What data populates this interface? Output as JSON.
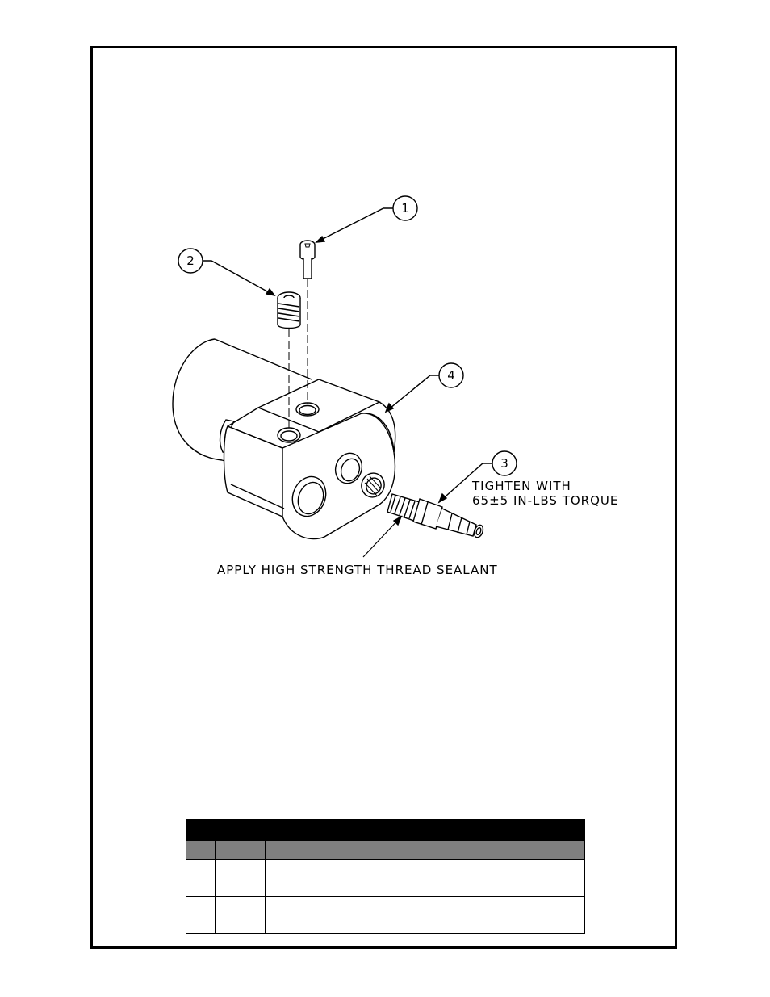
{
  "drawing": {
    "balloons": [
      {
        "id": "1"
      },
      {
        "id": "2"
      },
      {
        "id": "3"
      },
      {
        "id": "4"
      }
    ],
    "notes": {
      "torque_line1": "TIGHTEN WITH",
      "torque_line2": "65±5 IN-LBS TORQUE",
      "sealant": "APPLY HIGH STRENGTH THREAD SEALANT"
    }
  },
  "parts_table": {
    "title": "",
    "headers": [
      "",
      "",
      "",
      ""
    ],
    "rows": [
      [
        "",
        "",
        "",
        ""
      ],
      [
        "",
        "",
        "",
        ""
      ],
      [
        "",
        "",
        "",
        ""
      ],
      [
        "",
        "",
        "",
        ""
      ]
    ]
  }
}
